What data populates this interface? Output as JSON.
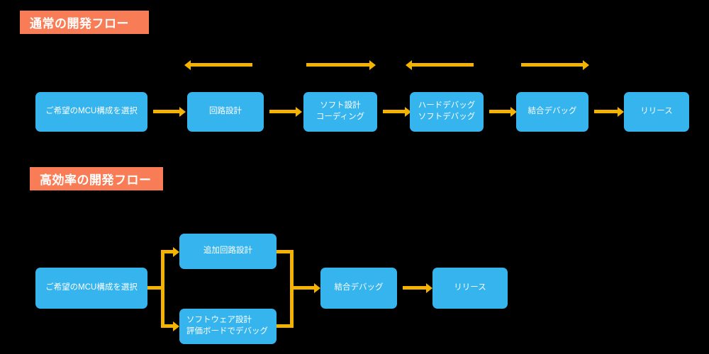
{
  "diagram": {
    "background_color": "#000000",
    "node_color": "#36B4EE",
    "node_text_color": "#FFFFFF",
    "header_color": "#F87D56",
    "arrow_color": "#F5B301"
  },
  "sections": [
    {
      "id": "normal",
      "header": "通常の開発フロー",
      "nodes": [
        {
          "id": "n1",
          "label": "ご希望のMCU構成を選択"
        },
        {
          "id": "n2",
          "label": "回路設計"
        },
        {
          "id": "n3",
          "label": "ソフト設計\nコーディング"
        },
        {
          "id": "n4",
          "label": "ハードデバッグ\nソフトデバッグ"
        },
        {
          "id": "n5",
          "label": "結合デバッグ"
        },
        {
          "id": "n6",
          "label": "リリース"
        }
      ],
      "feedback_arrows": [
        {
          "id": "fb1",
          "direction": "left"
        },
        {
          "id": "fb2",
          "direction": "right"
        },
        {
          "id": "fb3",
          "direction": "left"
        },
        {
          "id": "fb4",
          "direction": "right"
        }
      ]
    },
    {
      "id": "efficient",
      "header": "高効率の開発フロー",
      "nodes": [
        {
          "id": "e1",
          "label": "ご希望のMCU構成を選択"
        },
        {
          "id": "e2",
          "label": "追加回路設計"
        },
        {
          "id": "e3",
          "label": "ソフトウェア設計\n評価ボードでデバッグ"
        },
        {
          "id": "e4",
          "label": "結合デバッグ"
        },
        {
          "id": "e5",
          "label": "リリース"
        }
      ]
    }
  ]
}
